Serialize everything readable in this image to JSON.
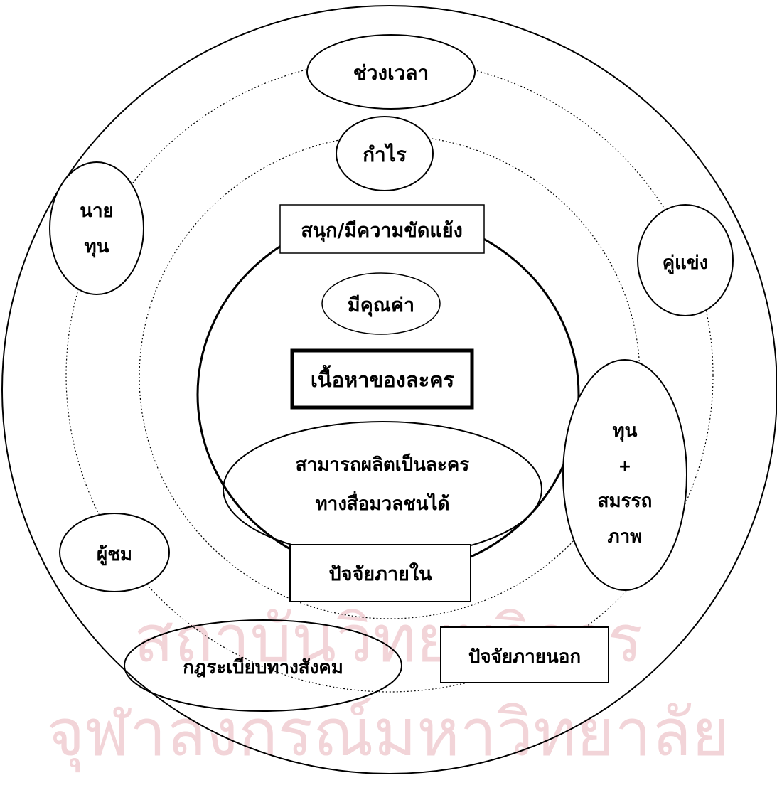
{
  "diagram": {
    "center": "เนื้อหาของละคร",
    "inner_factor_box": "ปัจจัยภายใน",
    "outer_factor_box": "ปัจจัยภายนอก",
    "fun_conflict": "สนุก/มีความขัดแย้ง",
    "valuable": "มีคุณค่า",
    "producible_line1": "สามารถผลิตเป็นละคร",
    "producible_line2": "ทางสื่อมวลชนได้",
    "time_period": "ช่วงเวลา",
    "profit": "กำไร",
    "investor_line1": "นาย",
    "investor_line2": "ทุน",
    "competitor": "คู่แข่ง",
    "capital_line1": "ทุน",
    "capital_line2": "+",
    "capital_line3": "สมรรถ",
    "capital_line4": "ภาพ",
    "audience": "ผู้ชม",
    "social_rules": "กฎระเบียบทางสังคม"
  },
  "watermark": {
    "line1": "สถาบันวิทยบริการ",
    "line2": "จุฬาลงกรณ์มหาวิทยาลัย"
  }
}
